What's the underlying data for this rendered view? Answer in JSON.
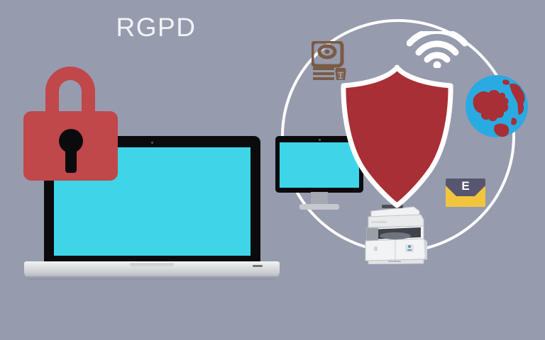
{
  "page": {
    "title": "RGPD",
    "background_color": "#979bae"
  },
  "heading": {
    "text": "RGPD",
    "color": "#f2f3f7"
  },
  "colors": {
    "background": "#979bae",
    "padlock_red": "#c0474a",
    "shield_red": "#a82f35",
    "shield_border": "#ffffff",
    "screen_cyan": "#3fd5e8",
    "bezel_black": "#0b0b0d",
    "laptop_silver": "#e0e2e4",
    "ring_white": "#ffffff",
    "globe_blue": "#29abe2",
    "globe_land": "#a82f35",
    "envelope_yellow": "#f2c53d",
    "envelope_flap": "#575570",
    "server_brown": "#7a5b44",
    "printer_gray": "#e8e9ea"
  },
  "illustration": {
    "padlock": {
      "name": "Padlock",
      "state": "locked",
      "color": "#c0474a"
    },
    "laptop": {
      "name": "Laptop computer",
      "screen_color": "#3fd5e8"
    },
    "ring": {
      "name": "Protection circle",
      "color": "#ffffff"
    },
    "shield": {
      "name": "Security shield",
      "fill": "#a82f35",
      "border": "#ffffff"
    },
    "icons": [
      {
        "id": "server-icon",
        "label": "Server storage",
        "color": "#7a5b44"
      },
      {
        "id": "wifi-icon",
        "label": "Wi-Fi",
        "color": "#ffffff"
      },
      {
        "id": "globe-icon",
        "label": "Globe / Internet",
        "color": "#29abe2"
      },
      {
        "id": "envelope-icon",
        "label": "Email",
        "color": "#f2c53d",
        "letter": "E"
      },
      {
        "id": "printer-icon",
        "label": "Printer / copier",
        "color": "#e8e9ea"
      },
      {
        "id": "monitor-icon",
        "label": "Desktop monitor",
        "color": "#3fd5e8"
      }
    ]
  },
  "envelope": {
    "letter": "E"
  }
}
